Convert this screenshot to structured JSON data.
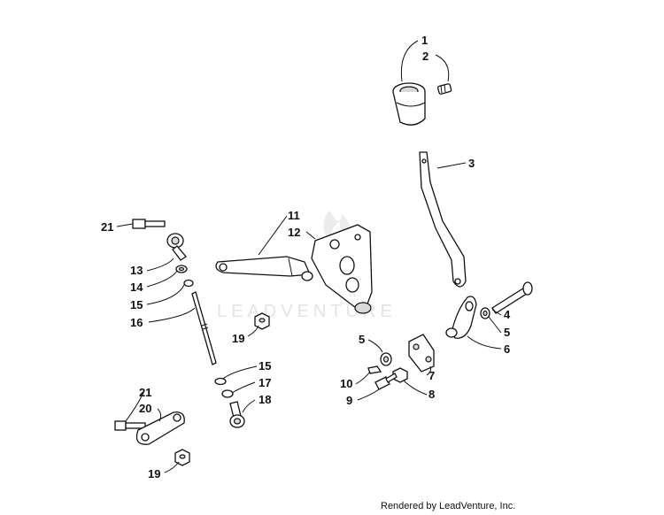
{
  "watermark": "LEADVENTURE",
  "credit": "Rendered by LeadVenture, Inc.",
  "callouts": {
    "c1": "1",
    "c2": "2",
    "c3": "3",
    "c4": "4",
    "c5a": "5",
    "c5b": "5",
    "c6": "6",
    "c7": "7",
    "c8": "8",
    "c9": "9",
    "c10": "10",
    "c11": "11",
    "c12": "12",
    "c13": "13",
    "c14": "14",
    "c15a": "15",
    "c15b": "15",
    "c16": "16",
    "c17": "17",
    "c18": "18",
    "c19a": "19",
    "c19b": "19",
    "c20": "20",
    "c21a": "21",
    "c21b": "21"
  }
}
